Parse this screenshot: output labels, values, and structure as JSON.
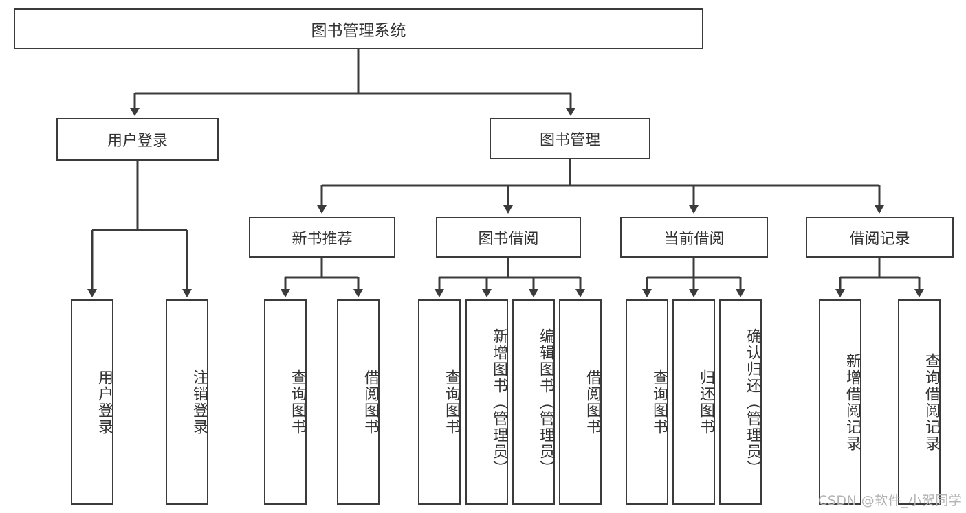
{
  "diagram": {
    "type": "tree-hierarchy",
    "title": "图书管理系统",
    "root": {
      "id": "root",
      "label": "图书管理系统"
    },
    "level2": [
      {
        "id": "user-login",
        "label": "用户登录"
      },
      {
        "id": "book-manage",
        "label": "图书管理"
      }
    ],
    "level3": [
      {
        "id": "new-book-recommend",
        "label": "新书推荐",
        "parent": "book-manage"
      },
      {
        "id": "book-borrow",
        "label": "图书借阅",
        "parent": "book-manage"
      },
      {
        "id": "current-borrow",
        "label": "当前借阅",
        "parent": "book-manage"
      },
      {
        "id": "borrow-record",
        "label": "借阅记录",
        "parent": "book-manage"
      }
    ],
    "leaves": [
      {
        "id": "leaf-user-login",
        "label": "用户登录",
        "parent": "user-login"
      },
      {
        "id": "leaf-logout-login",
        "label": "注销登录",
        "parent": "user-login"
      },
      {
        "id": "leaf-query-book-1",
        "label": "查询图书",
        "parent": "new-book-recommend"
      },
      {
        "id": "leaf-borrow-book-1",
        "label": "借阅图书",
        "parent": "new-book-recommend"
      },
      {
        "id": "leaf-query-book-2",
        "label": "查询图书",
        "parent": "book-borrow"
      },
      {
        "id": "leaf-add-book",
        "label": "新增图书（管理员）",
        "parent": "book-borrow"
      },
      {
        "id": "leaf-edit-book",
        "label": "编辑图书（管理员）",
        "parent": "book-borrow"
      },
      {
        "id": "leaf-borrow-book-2",
        "label": "借阅图书",
        "parent": "book-borrow"
      },
      {
        "id": "leaf-query-book-3",
        "label": "查询图书",
        "parent": "current-borrow"
      },
      {
        "id": "leaf-return-book",
        "label": "归还图书",
        "parent": "current-borrow"
      },
      {
        "id": "leaf-confirm-return",
        "label": "确认归还（管理员）",
        "parent": "current-borrow"
      },
      {
        "id": "leaf-add-record",
        "label": "新增借阅记录",
        "parent": "borrow-record"
      },
      {
        "id": "leaf-query-record",
        "label": "查询借阅记录",
        "parent": "borrow-record"
      }
    ],
    "colors": {
      "box_border": "#3b3b3b",
      "box_fill": "#ffffff",
      "text": "#333333",
      "connector": "#3b3b3b",
      "background": "#ffffff",
      "watermark": "#b4b4b4"
    }
  },
  "watermark": {
    "text": "CSDN @软件_小贺同学"
  }
}
